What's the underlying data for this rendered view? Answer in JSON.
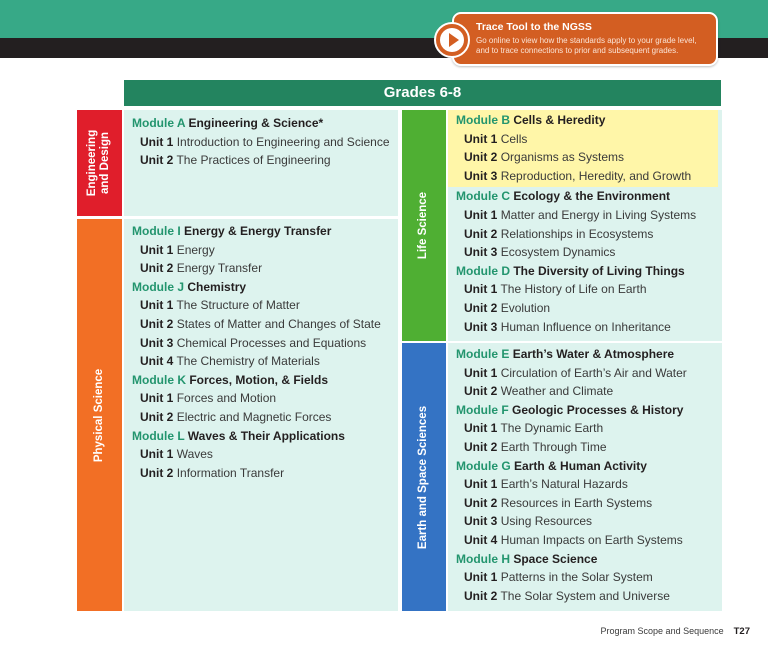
{
  "header_band": {
    "callout": {
      "title": "Trace Tool to the NGSS",
      "description_line1": "Go online to view how the standards apply to your grade level,",
      "description_line2": "and to trace connections to prior and subsequent grades.",
      "icon": "play-icon",
      "color": "#d35e22"
    }
  },
  "table": {
    "grades_title": "Grades 6-8",
    "colors": {
      "header": "#23845f",
      "engineering": "#e01e2b",
      "physical": "#f26f25",
      "life": "#4faf33",
      "earth": "#3473c4",
      "panel_bg": "#ddf3ee",
      "highlight": "#fff6a8",
      "module_code": "#23956e"
    },
    "sections": {
      "engineering": {
        "label_line1": "Engineering",
        "label_line2": "and Design",
        "modules": [
          {
            "code": "Module A",
            "title": "Engineering & Science*",
            "units": [
              {
                "code": "Unit 1",
                "title": "Introduction to Engineering and Science"
              },
              {
                "code": "Unit 2",
                "title": "The Practices of Engineering"
              }
            ]
          }
        ]
      },
      "physical": {
        "label": "Physical Science",
        "modules": [
          {
            "code": "Module I",
            "title": "Energy & Energy Transfer",
            "units": [
              {
                "code": "Unit 1",
                "title": "Energy"
              },
              {
                "code": "Unit 2",
                "title": "Energy Transfer"
              }
            ]
          },
          {
            "code": "Module J",
            "title": "Chemistry",
            "units": [
              {
                "code": "Unit 1",
                "title": "The Structure of Matter"
              },
              {
                "code": "Unit 2",
                "title": "States of Matter and Changes of State"
              },
              {
                "code": "Unit 3",
                "title": "Chemical Processes and Equations"
              },
              {
                "code": "Unit 4",
                "title": "The Chemistry of Materials"
              }
            ]
          },
          {
            "code": "Module K",
            "title": "Forces, Motion, & Fields",
            "units": [
              {
                "code": "Unit 1",
                "title": "Forces and Motion"
              },
              {
                "code": "Unit 2",
                "title": "Electric and Magnetic Forces"
              }
            ]
          },
          {
            "code": "Module L",
            "title": "Waves & Their Applications",
            "units": [
              {
                "code": "Unit 1",
                "title": "Waves"
              },
              {
                "code": "Unit 2",
                "title": "Information Transfer"
              }
            ]
          }
        ]
      },
      "life": {
        "label": "Life Science",
        "modules": [
          {
            "code": "Module B",
            "title": "Cells & Heredity",
            "highlighted": true,
            "units": [
              {
                "code": "Unit 1",
                "title": "Cells"
              },
              {
                "code": "Unit 2",
                "title": "Organisms as Systems"
              },
              {
                "code": "Unit 3",
                "title": "Reproduction, Heredity, and Growth"
              }
            ]
          },
          {
            "code": "Module C",
            "title": "Ecology & the Environment",
            "units": [
              {
                "code": "Unit 1",
                "title": "Matter and Energy in Living Systems"
              },
              {
                "code": "Unit 2",
                "title": "Relationships in Ecosystems"
              },
              {
                "code": "Unit 3",
                "title": "Ecosystem Dynamics"
              }
            ]
          },
          {
            "code": "Module D",
            "title": "The Diversity of Living Things",
            "units": [
              {
                "code": "Unit 1",
                "title": "The History of Life on Earth"
              },
              {
                "code": "Unit 2",
                "title": "Evolution"
              },
              {
                "code": "Unit 3",
                "title": "Human Influence on Inheritance"
              }
            ]
          }
        ]
      },
      "earth": {
        "label": "Earth and Space Sciences",
        "modules": [
          {
            "code": "Module E",
            "title": "Earth’s Water & Atmosphere",
            "units": [
              {
                "code": "Unit 1",
                "title": "Circulation of Earth’s Air and Water"
              },
              {
                "code": "Unit 2",
                "title": "Weather and Climate"
              }
            ]
          },
          {
            "code": "Module F",
            "title": "Geologic Processes & History",
            "units": [
              {
                "code": "Unit 1",
                "title": "The Dynamic Earth"
              },
              {
                "code": "Unit 2",
                "title": "Earth Through Time"
              }
            ]
          },
          {
            "code": "Module G",
            "title": "Earth & Human Activity",
            "units": [
              {
                "code": "Unit 1",
                "title": "Earth’s Natural Hazards"
              },
              {
                "code": "Unit 2",
                "title": "Resources in Earth Systems"
              },
              {
                "code": "Unit 3",
                "title": "Using Resources"
              },
              {
                "code": "Unit 4",
                "title": "Human Impacts on Earth Systems"
              }
            ]
          },
          {
            "code": "Module H",
            "title": "Space Science",
            "units": [
              {
                "code": "Unit 1",
                "title": "Patterns in the Solar System"
              },
              {
                "code": "Unit 2",
                "title": "The Solar System and Universe"
              }
            ]
          }
        ]
      }
    }
  },
  "footer": {
    "section_label": "Program Scope and Sequence",
    "page_number": "T27"
  }
}
